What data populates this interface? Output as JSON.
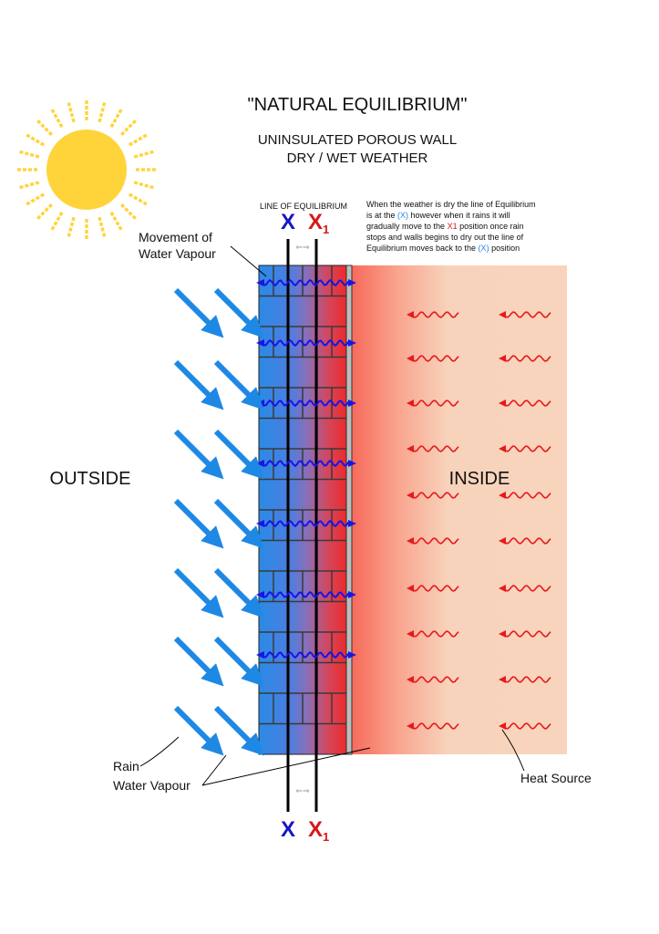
{
  "title": "\"NATURAL EQUILIBRIUM\"",
  "subtitle_line1": "UNINSULATED POROUS WALL",
  "subtitle_line2": "DRY / WET WEATHER",
  "line_of_equilibrium": "LINE OF EQUILIBRIUM",
  "marker_x": "X",
  "marker_x1_main": "X",
  "marker_x1_sub": "1",
  "note": [
    "When the weather is dry the line of Equilibrium",
    "is at the (X) however when it rains  it will",
    "gradually move to the X1 position  once rain",
    "stops and walls begins to dry out the line of",
    "Equilibrium moves back to the  (X) position"
  ],
  "note_x_ref": "(X)",
  "note_x1_ref": "X1",
  "movement_label_line1": "Movement of",
  "movement_label_line2": "Water Vapour",
  "outside_label": "OUTSIDE",
  "inside_label": "INSIDE",
  "rain_label": "Rain",
  "water_vapour_label": "Water Vapour",
  "heat_source_label": "Heat Source",
  "colors": {
    "sun": "#ffd43b",
    "rain_arrow": "#1e88e5",
    "vapour_arrow": "#1a14e6",
    "heat_arrow": "#e8191d",
    "x_color": "#1a14c8",
    "x1_color": "#d81818",
    "inside_fill": "#f8d4bc"
  }
}
